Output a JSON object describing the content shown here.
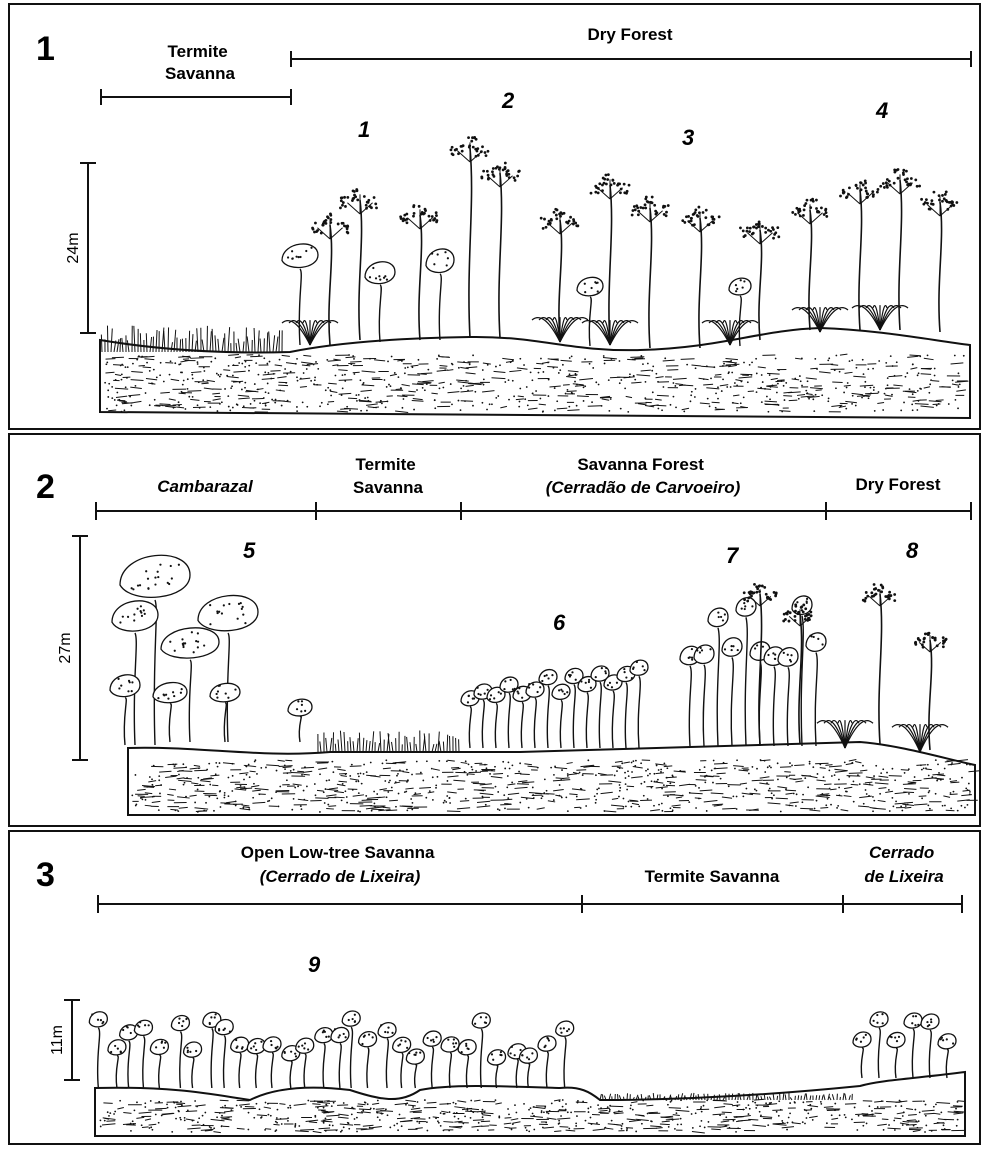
{
  "panels": [
    {
      "number": "1",
      "scale": "24m",
      "zones": [
        {
          "lines": [
            "Termite",
            "Savanna"
          ],
          "italic": false
        },
        {
          "lines": [
            "Dry Forest"
          ],
          "italic": false
        }
      ],
      "sites": [
        "1",
        "2",
        "3",
        "4"
      ]
    },
    {
      "number": "2",
      "scale": "27m",
      "zones": [
        {
          "lines": [
            "Cambarazal"
          ],
          "italic": true
        },
        {
          "lines": [
            "Termite",
            "Savanna"
          ],
          "italic": false
        },
        {
          "lines": [
            "Savanna Forest",
            "(Cerradão de Carvoeiro)"
          ],
          "italic": false
        },
        {
          "lines": [
            "Dry Forest"
          ],
          "italic": false
        }
      ],
      "sites": [
        "5",
        "6",
        "7",
        "8"
      ]
    },
    {
      "number": "3",
      "scale": "11m",
      "zones": [
        {
          "lines": [
            "Open Low-tree Savanna",
            "(Cerrado de Lixeira)"
          ],
          "italic": false
        },
        {
          "lines": [
            "Termite Savanna"
          ],
          "italic": false
        },
        {
          "lines": [
            "Cerrado",
            "de Lixeira"
          ],
          "italic": true
        }
      ],
      "sites": [
        "9"
      ]
    }
  ],
  "colors": {
    "ink": "#111111",
    "background": "#ffffff"
  }
}
